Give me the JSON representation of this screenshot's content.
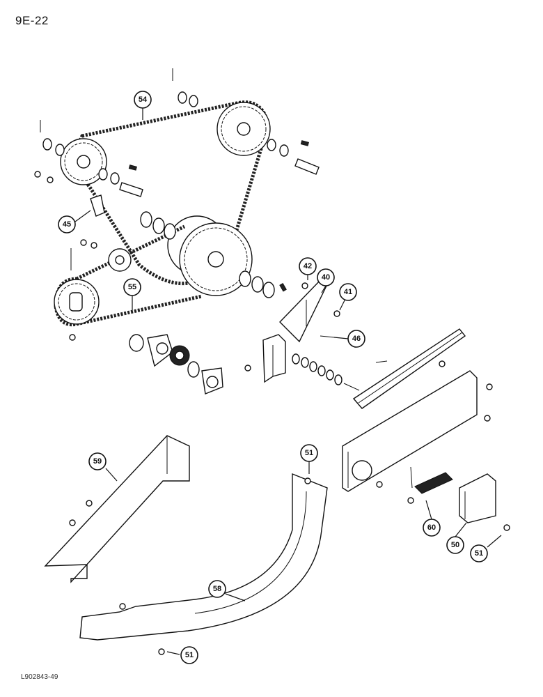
{
  "page": {
    "page_code": "9E-22",
    "drawing_ref": "L902843-49"
  },
  "callouts": [
    {
      "id": "c54",
      "label": "54"
    },
    {
      "id": "c45",
      "label": "45"
    },
    {
      "id": "c55",
      "label": "55"
    },
    {
      "id": "c42",
      "label": "42"
    },
    {
      "id": "c40",
      "label": "40"
    },
    {
      "id": "c41",
      "label": "41"
    },
    {
      "id": "c46",
      "label": "46"
    },
    {
      "id": "c59",
      "label": "59"
    },
    {
      "id": "c51a",
      "label": "51"
    },
    {
      "id": "c60",
      "label": "60"
    },
    {
      "id": "c50",
      "label": "50"
    },
    {
      "id": "c51b",
      "label": "51"
    },
    {
      "id": "c58",
      "label": "58"
    },
    {
      "id": "c51c",
      "label": "51"
    }
  ]
}
